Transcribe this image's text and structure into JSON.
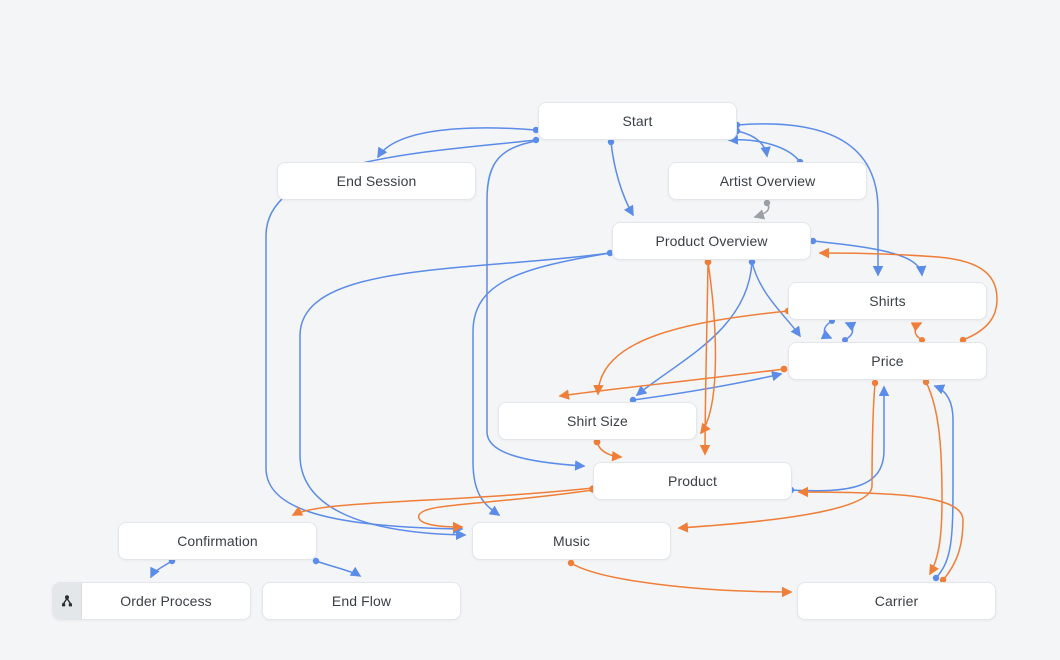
{
  "app": {
    "name": "flow-diagram-canvas",
    "colors": {
      "background": "#f4f5f7",
      "node_fill": "#ffffff",
      "node_border": "#e3e6ea",
      "node_text": "#3a3f46",
      "edge_blue": "#5b8ce9",
      "edge_orange": "#ef7f38",
      "edge_gray": "#9aa0a6",
      "icon_strip": "#e4e7ea"
    }
  },
  "nodes": [
    {
      "id": "start",
      "label": "Start"
    },
    {
      "id": "end-session",
      "label": "End Session"
    },
    {
      "id": "artist-overview",
      "label": "Artist Overview"
    },
    {
      "id": "product-overview",
      "label": "Product Overview"
    },
    {
      "id": "shirts",
      "label": "Shirts"
    },
    {
      "id": "price",
      "label": "Price"
    },
    {
      "id": "shirt-size",
      "label": "Shirt Size"
    },
    {
      "id": "product",
      "label": "Product"
    },
    {
      "id": "confirmation",
      "label": "Confirmation"
    },
    {
      "id": "music",
      "label": "Music"
    },
    {
      "id": "order-process",
      "label": "Order Process",
      "icon": "flow-icon"
    },
    {
      "id": "end-flow",
      "label": "End Flow"
    },
    {
      "id": "carrier",
      "label": "Carrier"
    }
  ],
  "edges": [
    {
      "from": "start",
      "to": "end-session",
      "color": "blue"
    },
    {
      "from": "start",
      "to": "music",
      "color": "blue"
    },
    {
      "from": "start",
      "to": "product-overview",
      "color": "blue"
    },
    {
      "from": "start",
      "to": "product",
      "color": "blue"
    },
    {
      "from": "start",
      "to": "artist-overview",
      "color": "blue"
    },
    {
      "from": "artist-overview",
      "to": "start",
      "color": "blue"
    },
    {
      "from": "start",
      "to": "shirts",
      "color": "blue"
    },
    {
      "from": "artist-overview",
      "to": "product-overview",
      "color": "gray"
    },
    {
      "from": "product-overview",
      "to": "shirts",
      "color": "blue"
    },
    {
      "from": "product-overview",
      "to": "price",
      "color": "blue"
    },
    {
      "from": "product-overview",
      "to": "shirt-size",
      "color": "blue"
    },
    {
      "from": "product-overview",
      "to": "music",
      "color": "blue"
    },
    {
      "from": "product-overview",
      "to": "music",
      "color": "blue"
    },
    {
      "from": "shirt-size",
      "to": "price",
      "color": "blue"
    },
    {
      "from": "shirts",
      "to": "price",
      "color": "blue"
    },
    {
      "from": "price",
      "to": "shirts",
      "color": "blue"
    },
    {
      "from": "carrier",
      "to": "price",
      "color": "blue"
    },
    {
      "from": "product",
      "to": "price",
      "color": "blue"
    },
    {
      "from": "confirmation",
      "to": "order-process",
      "color": "blue"
    },
    {
      "from": "confirmation",
      "to": "end-flow",
      "color": "blue"
    },
    {
      "from": "price",
      "to": "shirts",
      "color": "orange"
    },
    {
      "from": "price",
      "to": "product-overview",
      "color": "orange"
    },
    {
      "from": "shirts",
      "to": "shirt-size",
      "color": "orange"
    },
    {
      "from": "price",
      "to": "shirt-size",
      "color": "orange"
    },
    {
      "from": "product-overview",
      "to": "product",
      "color": "orange"
    },
    {
      "from": "product-overview",
      "to": "shirt-size",
      "color": "orange"
    },
    {
      "from": "shirt-size",
      "to": "product",
      "color": "orange"
    },
    {
      "from": "product",
      "to": "confirmation",
      "color": "orange"
    },
    {
      "from": "product",
      "to": "music",
      "color": "orange"
    },
    {
      "from": "price",
      "to": "music",
      "color": "orange"
    },
    {
      "from": "price",
      "to": "carrier",
      "color": "orange"
    },
    {
      "from": "carrier",
      "to": "product",
      "color": "orange"
    },
    {
      "from": "music",
      "to": "carrier",
      "color": "orange"
    }
  ]
}
